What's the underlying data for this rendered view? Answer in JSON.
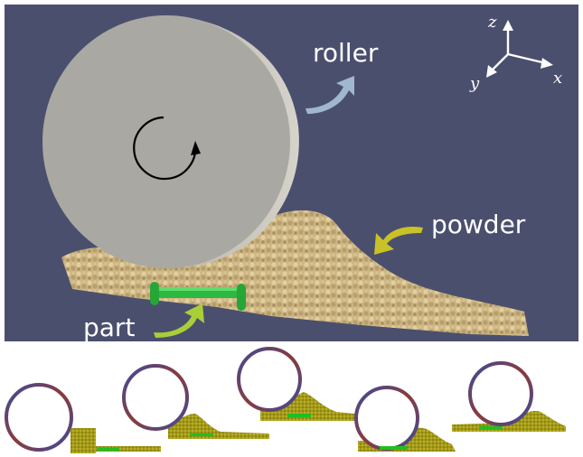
{
  "scene": {
    "labels": {
      "roller": "roller",
      "powder": "powder",
      "part": "part"
    },
    "axes": {
      "x": "x",
      "y": "y",
      "z": "z"
    },
    "colors": {
      "background": "#4b4f6e",
      "roller_face": "#a9a8a3",
      "roller_rim": "#c7c4bb",
      "powder": "#cdb684",
      "part": "#2db83f",
      "arrow_roller": "#9fb8cf",
      "arrow_powder": "#c9c227",
      "arrow_part": "#a9cf38"
    },
    "icons": [
      "rotation-arrow-icon",
      "curved-arrow-icon",
      "axes-triad-icon"
    ]
  },
  "frames": {
    "count": 5,
    "colors": {
      "powder": "#a39a16",
      "part": "#1fbf1f",
      "ring_outer": "#8a3b3b",
      "ring_inner": "#3c4c9e"
    }
  }
}
